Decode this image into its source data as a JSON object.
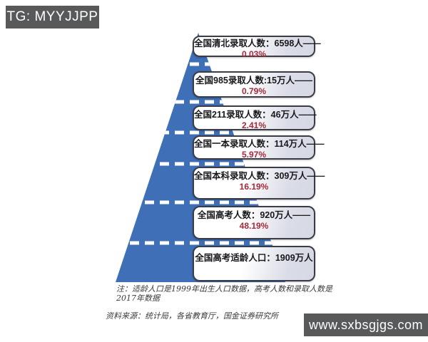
{
  "header": {
    "telegram_badge": "TG: MYYJJPP"
  },
  "footer": {
    "website_badge": "www.sxbsgjgs.com"
  },
  "pyramid": {
    "levels": [
      {
        "label": "全国清北录取人数：6598人——",
        "percent": "0.03%"
      },
      {
        "label": "全国985录取人数:15万人——",
        "percent": "0.79%"
      },
      {
        "label": "全国211录取人数：46万人——",
        "percent": "2.41%"
      },
      {
        "label": "全国一本录取人数：114万人——",
        "percent": "5.97%"
      },
      {
        "label": "全国本科录取人数：309万人——",
        "percent": "16.19%"
      },
      {
        "label": "全国高考人数：920万人——",
        "percent": "48.19%"
      },
      {
        "label": "全国高考适龄人口：1909万人",
        "percent": ""
      }
    ]
  },
  "notes": {
    "footnote": "注：适龄人口是1999年出生人口数据，高考人数和录取人数是2017年数据",
    "source": "资料来源：统计局，各省教育厅，国金证券研究所"
  },
  "colors": {
    "pyramid_blue": "#3e6fb7",
    "badge_gray": "#58595b",
    "percent_red": "#a52a3a",
    "box_tint": "#d8dae5"
  },
  "chart_data": {
    "type": "bar",
    "subtype": "pyramid-funnel",
    "title": "",
    "categories": [
      "全国清北录取人数",
      "全国985录取人数",
      "全国211录取人数",
      "全国一本录取人数",
      "全国本科录取人数",
      "全国高考人数",
      "全国高考适龄人口"
    ],
    "values_wan_ren": [
      0.6598,
      15,
      46,
      114,
      309,
      920,
      1909
    ],
    "display_values": [
      "6598人",
      "15万人",
      "46万人",
      "114万人",
      "309万人",
      "920万人",
      "1909万人"
    ],
    "percent_of_cohort": [
      0.03,
      0.79,
      2.41,
      5.97,
      16.19,
      48.19,
      null
    ],
    "unit": "万人",
    "legend": [],
    "annotations": [
      "注：适龄人口是1999年出生人口数据，高考人数和录取人数是2017年数据",
      "资料来源：统计局，各省教育厅，国金证券研究所"
    ],
    "layout": {
      "orientation": "pyramid-top-smallest",
      "grid": false,
      "legend_position": "none"
    }
  }
}
